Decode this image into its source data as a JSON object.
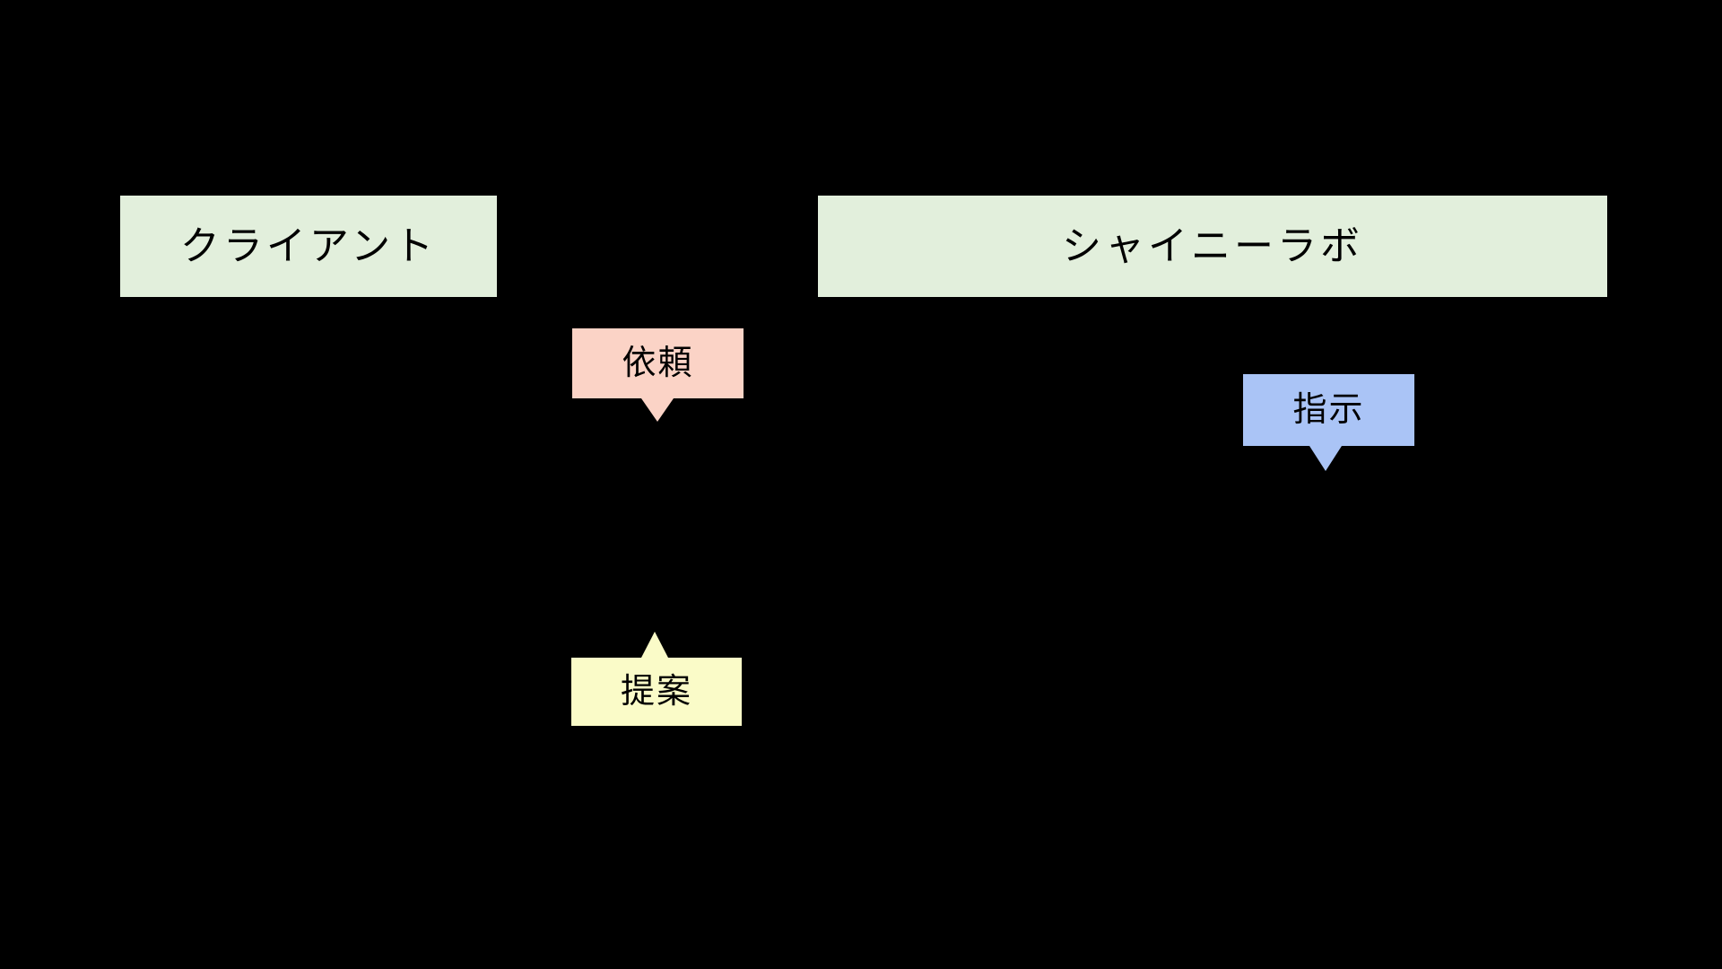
{
  "background_color": "#000000",
  "text_color": "#000000",
  "entities": [
    {
      "id": "client",
      "label": "クライアント",
      "fill": "#e2efdc"
    },
    {
      "id": "lab",
      "label": "シャイニーラボ",
      "fill": "#e2efdc"
    }
  ],
  "callouts": [
    {
      "id": "request",
      "label": "依頼",
      "fill": "#fbd3c6",
      "tail_direction": "down"
    },
    {
      "id": "instruction",
      "label": "指示",
      "fill": "#aac4f6",
      "tail_direction": "down"
    },
    {
      "id": "proposal",
      "label": "提案",
      "fill": "#fafbc8",
      "tail_direction": "up"
    }
  ]
}
